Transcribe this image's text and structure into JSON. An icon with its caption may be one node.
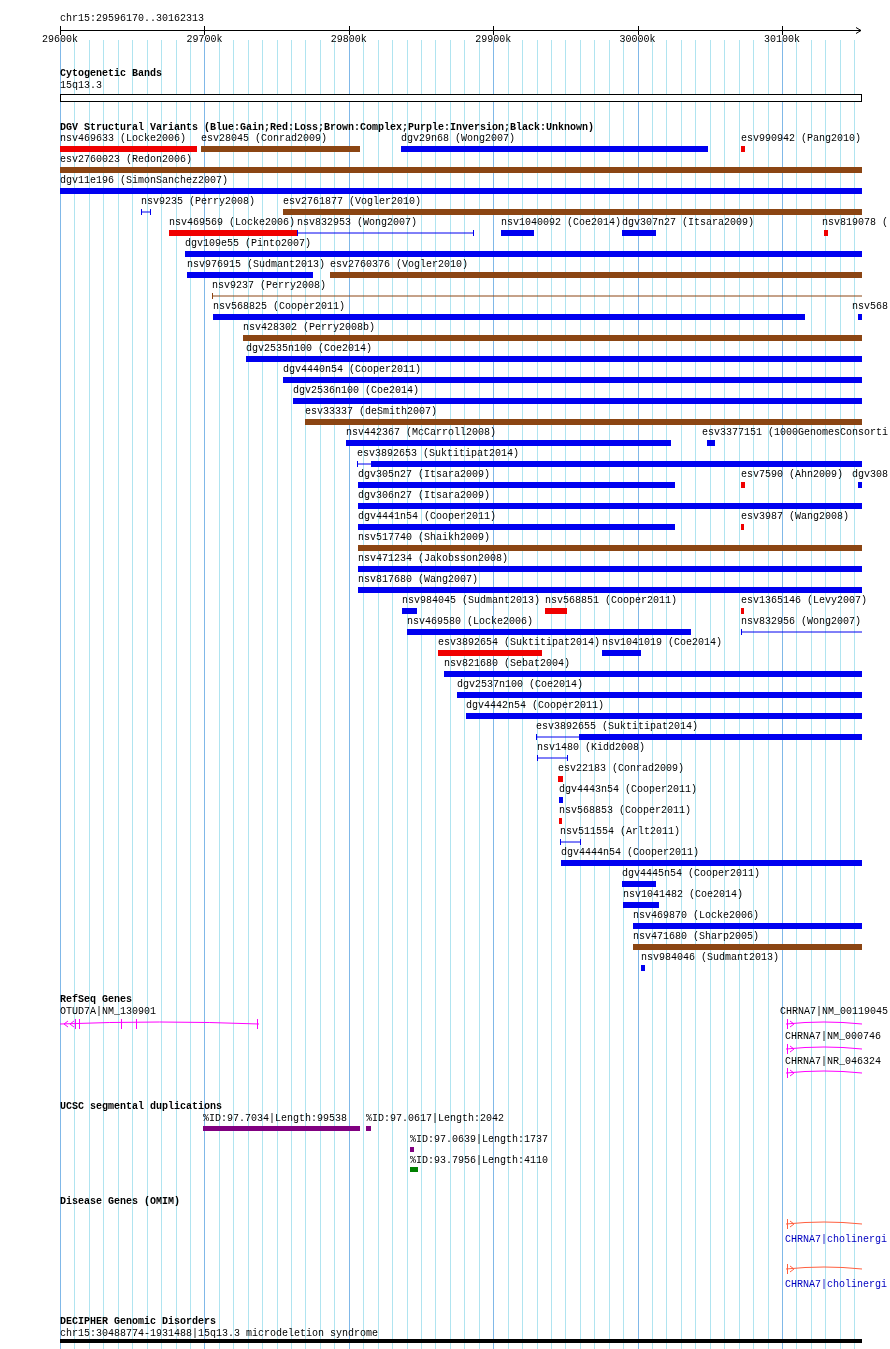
{
  "diagram": {
    "nodes": [
      {
        "text": [
          "15q13.3"
        ]
      },
      {
        "text": [
          "nsv469633 (Locke2006)"
        ]
      },
      {
        "text": [
          "esv28045 (Conrad2009)"
        ]
      },
      {
        "text": [
          "dgv29n68 (Wong2007)"
        ]
      },
      {
        "text": [
          "esv990942 (Pang2010)"
        ]
      },
      {
        "text": [
          "esv2760023 (Redon2006)"
        ]
      },
      {
        "text": [
          "dgv11e196 (SimonSanchez2007)"
        ]
      },
      {
        "text": [
          "nsv9235 (Perry2008)"
        ]
      },
      {
        "text": [
          "esv2761877 (Vogler2010)"
        ]
      },
      {
        "text": [
          "nsv469569 (Locke2006)"
        ]
      },
      {
        "text": [
          "nsv832953 (Wong2007)"
        ]
      },
      {
        "text": [
          "nsv1040092 (Coe2014)"
        ]
      },
      {
        "text": [
          "dgv307n27 (Itsara2009)"
        ]
      },
      {
        "text": [
          "nsv819078 ("
        ]
      },
      {
        "text": [
          "dgv109e55 (Pinto2007)"
        ]
      },
      {
        "text": [
          "nsv976915 (Sudmant2013)"
        ]
      },
      {
        "text": [
          "esv2760376 (Vogler2010)"
        ]
      },
      {
        "text": [
          "nsv9237 (Perry2008)"
        ]
      },
      {
        "text": [
          "nsv568825 (Cooper2011)"
        ]
      },
      {
        "text": [
          "nsv568"
        ]
      },
      {
        "text": [
          "nsv428302 (Perry2008b)"
        ]
      },
      {
        "text": [
          "dgv2535n100 (Coe2014)"
        ]
      },
      {
        "text": [
          "dgv4440n54 (Cooper2011)"
        ]
      },
      {
        "text": [
          "dgv2536n100 (Coe2014)"
        ]
      },
      {
        "text": [
          "esv33337 (deSmith2007)"
        ]
      },
      {
        "text": [
          "nsv442367 (McCarroll2008)"
        ]
      },
      {
        "text": [
          "esv3377151 (1000GenomesConsorti"
        ]
      },
      {
        "text": [
          "esv3892653 (Suktitipat2014)"
        ]
      },
      {
        "text": [
          "dgv305n27 (Itsara2009)"
        ]
      },
      {
        "text": [
          "esv7590 (Ahn2009)"
        ]
      },
      {
        "text": [
          "dgv308"
        ]
      },
      {
        "text": [
          "dgv306n27 (Itsara2009)"
        ]
      },
      {
        "text": [
          "dgv4441n54 (Cooper2011)"
        ]
      },
      {
        "text": [
          "esv3987 (Wang2008)"
        ]
      },
      {
        "text": [
          "nsv517740 (Shaikh2009)"
        ]
      },
      {
        "text": [
          "nsv471234 (Jakobsson2008)"
        ]
      },
      {
        "text": [
          "nsv817680 (Wang2007)"
        ]
      },
      {
        "text": [
          "nsv984045 (Sudmant2013)"
        ]
      },
      {
        "text": [
          "nsv568851 (Cooper2011)"
        ]
      },
      {
        "text": [
          "esv1365146 (Levy2007)"
        ]
      },
      {
        "text": [
          "nsv469580 (Locke2006)"
        ]
      },
      {
        "text": [
          "nsv832956 (Wong2007)"
        ]
      },
      {
        "text": [
          "esv3892654 (Suktitipat2014)"
        ]
      },
      {
        "text": [
          "nsv1041019 (Coe2014)"
        ]
      },
      {
        "text": [
          "nsv821680 (Sebat2004)"
        ]
      },
      {
        "text": [
          "dgv2537n100 (Coe2014)"
        ]
      },
      {
        "text": [
          "dgv4442n54 (Cooper2011)"
        ]
      },
      {
        "text": [
          "esv3892655 (Suktitipat2014)"
        ]
      },
      {
        "text": [
          "nsv1480 (Kidd2008)"
        ]
      },
      {
        "text": [
          "esv22183 (Conrad2009)"
        ]
      },
      {
        "text": [
          "dgv4443n54 (Cooper2011)"
        ]
      },
      {
        "text": [
          "nsv568853 (Cooper2011)"
        ]
      },
      {
        "text": [
          "nsv511554 (Arlt2011)"
        ]
      },
      {
        "text": [
          "dgv4444n54 (Cooper2011)"
        ]
      },
      {
        "text": [
          "dgv4445n54 (Cooper2011)"
        ]
      },
      {
        "text": [
          "nsv1041482 (Coe2014)"
        ]
      },
      {
        "text": [
          "nsv469870 (Locke2006)"
        ]
      },
      {
        "text": [
          "nsv471680 (Sharp2005)"
        ]
      },
      {
        "text": [
          "nsv984046 (Sudmant2013)"
        ]
      },
      {
        "text": [
          "OTUD7A|NM_130901"
        ]
      },
      {
        "text": [
          "CHRNA7|NM_00119045"
        ]
      },
      {
        "text": [
          "CHRNA7|NM_000746"
        ]
      },
      {
        "text": [
          "CHRNA7|NR_046324"
        ]
      },
      {
        "text": [
          "%ID:97.7034|Length:99538"
        ]
      },
      {
        "text": [
          "%ID:97.0617|Length:2042"
        ]
      },
      {
        "text": [
          "%ID:97.0639|Length:1737"
        ]
      },
      {
        "text": [
          "%ID:93.7956|Length:4110"
        ]
      },
      {
        "text": [
          "CHRNA7|cholinergi"
        ]
      },
      {
        "text": [
          "CHRNA7|cholinergi"
        ]
      },
      {
        "text": [
          "chr15:30488774-1931488|15q13.3 microdeletion syndrome"
        ]
      }
    ],
    "labels": [
      "chr15:29596170..30162313",
      "29600k",
      "29700k",
      "29800k",
      "29900k",
      "30000k",
      "30100k",
      "Cytogenetic Bands",
      "DGV Structural Variants (Blue:Gain;Red:Loss;Brown:Complex;Purple:Inversion;Black:Unknown)",
      "RefSeq Genes",
      "UCSC segmental duplications",
      "Disease Genes (OMIM)",
      "DECIPHER Genomic Disorders"
    ]
  }
}
